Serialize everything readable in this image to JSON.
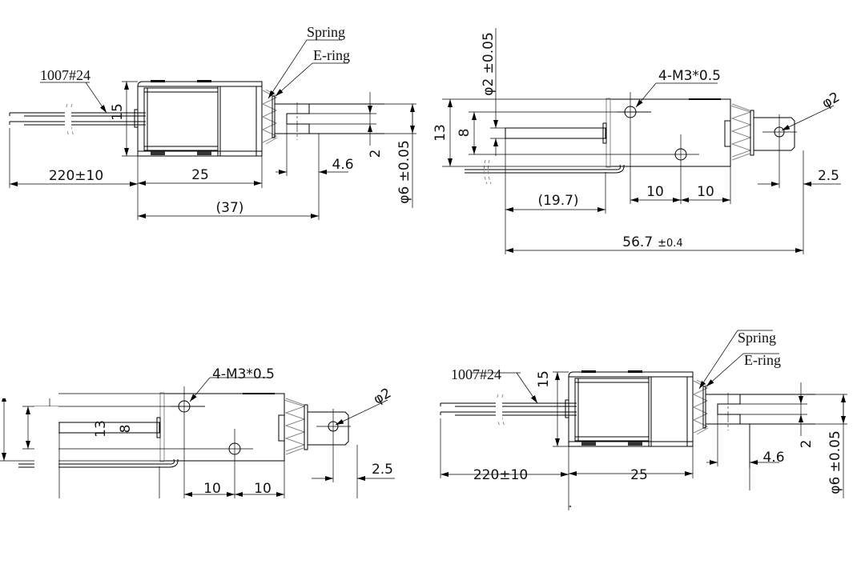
{
  "title": "Push-pull solenoid dimensional drawing",
  "view_top_left": {
    "label_spring": "Spring",
    "label_ering": "E-ring",
    "label_wire": "1007#24",
    "dim_height": "15",
    "dim_wire_length": "220±10",
    "dim_body_length": "25",
    "dim_total": "(37)",
    "dim_slot": "4.6",
    "dim_slot_width": "2",
    "dim_plunger_dia": "φ6 ±0.05"
  },
  "view_top_right": {
    "dim_shaft_dia": "φ2 ±0.05",
    "label_thread": "4-M3*0.5",
    "dim_height": "13",
    "dim_hole_spacing_v": "8",
    "dim_hole_dia": "φ2",
    "dim_hole_a": "10",
    "dim_hole_b": "10",
    "dim_shaft": "(19.7)",
    "dim_hole_offset": "2.5",
    "dim_total": "56.7",
    "dim_total_tol": "±0.4"
  },
  "view_bottom_left": {
    "label_thread": "4-M3*0.5",
    "dim_height": "13",
    "dim_hole_spacing_v": "8",
    "dim_hole_dia": "φ2",
    "dim_hole_a": "10",
    "dim_hole_b": "10",
    "dim_hole_offset": "2.5"
  },
  "view_bottom_right": {
    "label_spring": "Spring",
    "label_ering": "E-ring",
    "label_wire": "1007#24",
    "dim_height": "15",
    "dim_wire_length": "220±10",
    "dim_body_length": "25",
    "dim_slot": "4.6",
    "dim_slot_width": "2",
    "dim_plunger_dia": "φ6 ±0.05"
  }
}
